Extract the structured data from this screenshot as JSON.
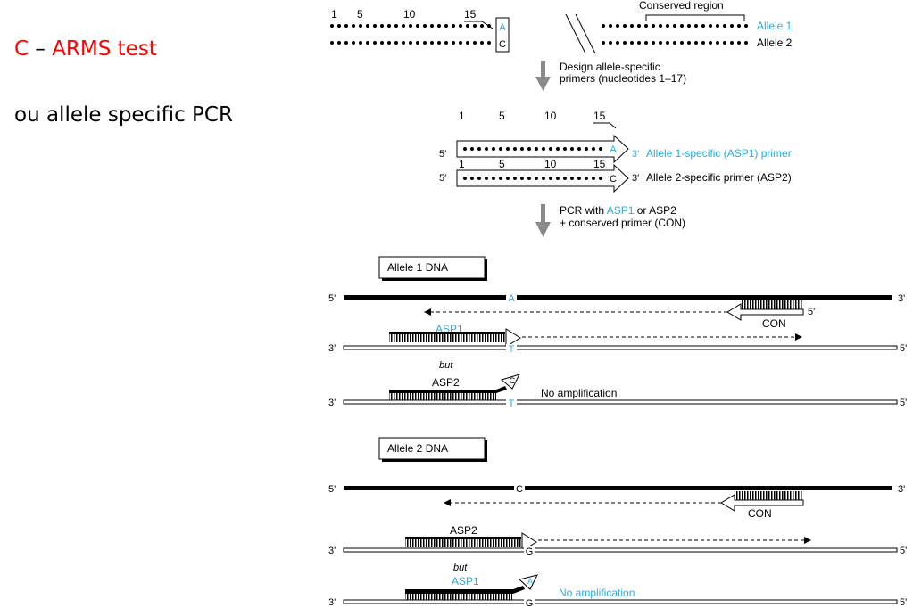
{
  "slide": {
    "title_prefix": "C",
    "title_sep": " – ",
    "title_main": "ARMS test",
    "subtitle": "ou allele specific PCR"
  },
  "colors": {
    "accent": "#29abe2",
    "title_red": "#ff0000",
    "ink": "#000000"
  },
  "top": {
    "positions": [
      "1",
      "5",
      "10",
      "15"
    ],
    "conserved_region": "Conserved region",
    "allele1": "Allele 1",
    "allele2": "Allele 2",
    "base_a": "A",
    "base_c": "C",
    "step1_line1": "Design allele-specific",
    "step1_line2": "primers (nucleotides 1–17)"
  },
  "primers": {
    "five": "5′",
    "three": "3′",
    "asp1_label": "Allele 1-specific (ASP1) primer",
    "asp2_label": "Allele 2-specific primer (ASP2)",
    "asp1_end": "A",
    "asp2_end": "C"
  },
  "step2": {
    "prefix": "PCR with ",
    "asp1": "ASP1",
    "or": " or ",
    "asp2": "ASP2",
    "line2": "+ conserved primer (CON)"
  },
  "allele1_dna": {
    "box": "Allele 1 DNA",
    "base_top": "A",
    "con": "CON",
    "asp1": "ASP1",
    "base_bottom": "T",
    "but": "but",
    "asp2": "ASP2",
    "mismatch": "C",
    "no_amp": "No amplification"
  },
  "allele2_dna": {
    "box": "Allele 2 DNA",
    "base_top": "C",
    "con": "CON",
    "asp2": "ASP2",
    "base_bottom": "G",
    "but": "but",
    "asp1": "ASP1",
    "mismatch": "A",
    "no_amp": "No amplification"
  },
  "ends": {
    "five": "5'",
    "three": "3'"
  }
}
